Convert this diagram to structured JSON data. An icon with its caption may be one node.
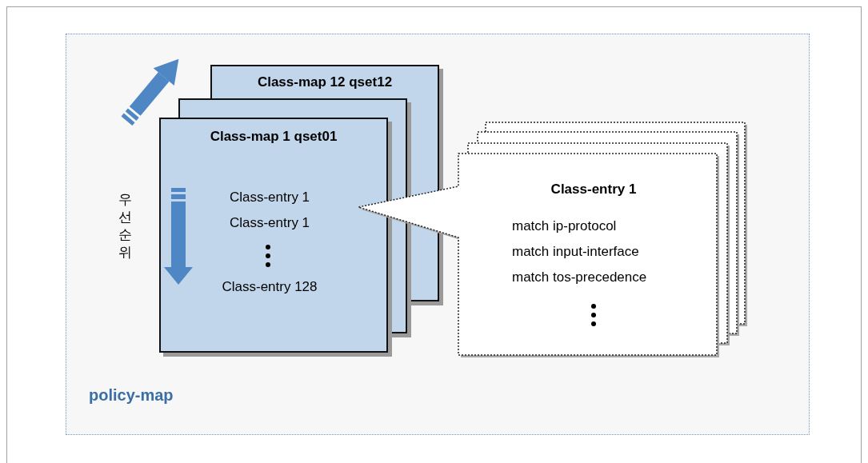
{
  "diagram": {
    "nodes": [
      {
        "text": [
          "policy-map"
        ]
      },
      {
        "text": [
          "Class-map 12 qset12",
          "Class-map 1 qset01",
          "Class-entry 1",
          "Class-entry 1",
          "Class-entry 128"
        ],
        "in": 0
      },
      {
        "text": [
          "Class-entry 1",
          "match ip-protocol",
          "match input-interface",
          "match tos-precedence"
        ],
        "in": 0
      }
    ],
    "labels": [
      "우선순위"
    ]
  }
}
